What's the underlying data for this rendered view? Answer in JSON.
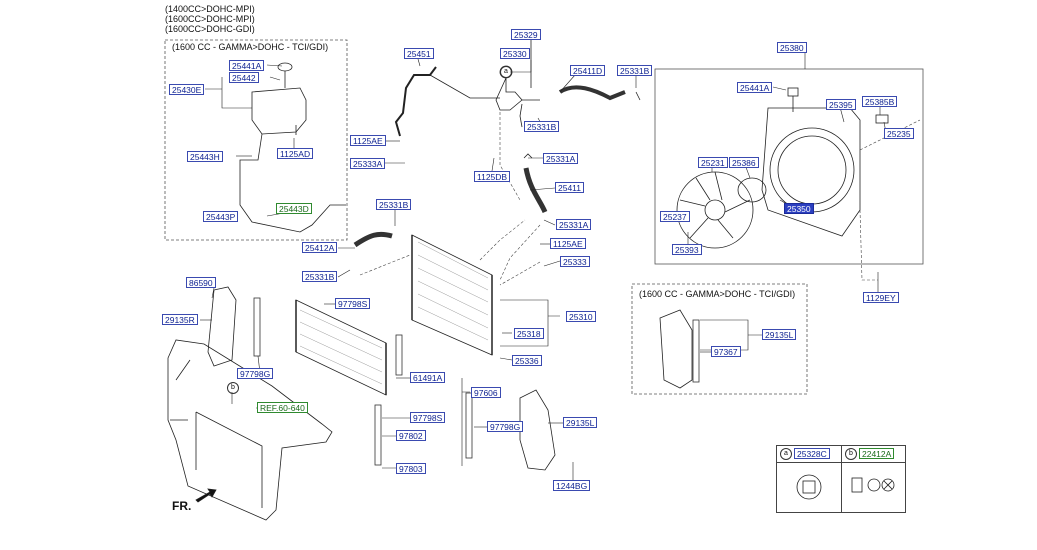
{
  "variants": [
    "(1400CC>DOHC-MPI)",
    "(1600CC>DOHC-MPI)",
    "(1600CC>DOHC-GDI)"
  ],
  "groups": {
    "gamma_left": "(1600 CC - GAMMA>DOHC - TCI/GDI)",
    "gamma_right": "(1600 CC - GAMMA>DOHC - TCI/GDI)"
  },
  "parts": {
    "p25441A_l": "25441A",
    "p25442": "25442",
    "p25430E": "25430E",
    "p1125AD": "1125AD",
    "p25443H": "25443H",
    "p25443D": "25443D",
    "p25443P": "25443P",
    "p25451": "25451",
    "p25329": "25329",
    "p25330": "25330",
    "p25411D": "25411D",
    "p25331B_top": "25331B",
    "p25331B_mid": "25331B",
    "p1125AE_top": "1125AE",
    "p25333A": "25333A",
    "p25331A_top": "25331A",
    "p1125DB": "1125DB",
    "p25411": "25411",
    "p25331B_lc": "25331B",
    "p25331A_mid": "25331A",
    "p25412A": "25412A",
    "p1125AE_mid": "1125AE",
    "p25333": "25333",
    "p25331B_low": "25331B",
    "p25310": "25310",
    "p25318": "25318",
    "p25336": "25336",
    "p25380": "25380",
    "p25441A_r": "25441A",
    "p25395": "25395",
    "p25385B": "25385B",
    "p25235": "25235",
    "p25231": "25231",
    "p25386": "25386",
    "p25350": "25350",
    "p25237": "25237",
    "p25393": "25393",
    "p1129EY": "1129EY",
    "p86590": "86590",
    "p29135R": "29135R",
    "p97798S": "97798S",
    "p97798G_l": "97798G",
    "p61491A": "61491A",
    "p97606": "97606",
    "p97798S_b": "97798S",
    "p97802": "97802",
    "p97798G_r": "97798G",
    "p97803": "97803",
    "p29135L_r": "29135L",
    "p1244BG": "1244BG",
    "p29135L_g": "29135L",
    "p97367": "97367",
    "ref": "REF.60-640"
  },
  "callouts": {
    "a": "a",
    "b": "b"
  },
  "legend": {
    "a_code": "25328C",
    "b_code": "22412A",
    "a_letter": "a",
    "b_letter": "b"
  },
  "fr_label": "FR.",
  "colors": {
    "label_border": "#3a4ab0",
    "label_text": "#0b1f8f",
    "ref_green": "#2f8a2f",
    "selected": "#2b3fc0"
  }
}
